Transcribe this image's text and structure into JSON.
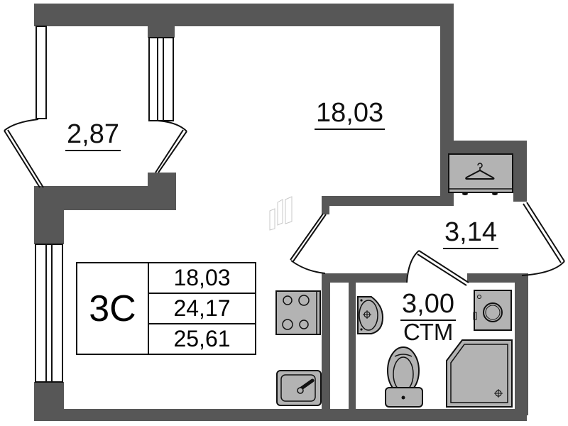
{
  "plan": {
    "unit_type": "3C",
    "colors": {
      "wall": "#575757",
      "fixture_fill": "#b3b3b3",
      "line": "#111111",
      "background": "#ffffff"
    },
    "rooms": [
      {
        "id": "balcony",
        "area": "2,87",
        "underline": true
      },
      {
        "id": "living_room",
        "area": "18,03",
        "underline": true
      },
      {
        "id": "hallway",
        "area": "3,14",
        "underline": true
      },
      {
        "id": "bathroom",
        "area": "3,00",
        "underline": true,
        "sublabel": "СТМ"
      }
    ],
    "summary": {
      "code": "3C",
      "living_area": "18,03",
      "total_area": "24,17",
      "total_area_with_balcony": "25,61"
    },
    "fixtures": [
      "wardrobe-hanger",
      "stove-4-burner",
      "kitchen-sink",
      "bathroom-washbasin",
      "toilet",
      "washing-machine",
      "shower-tray"
    ]
  }
}
